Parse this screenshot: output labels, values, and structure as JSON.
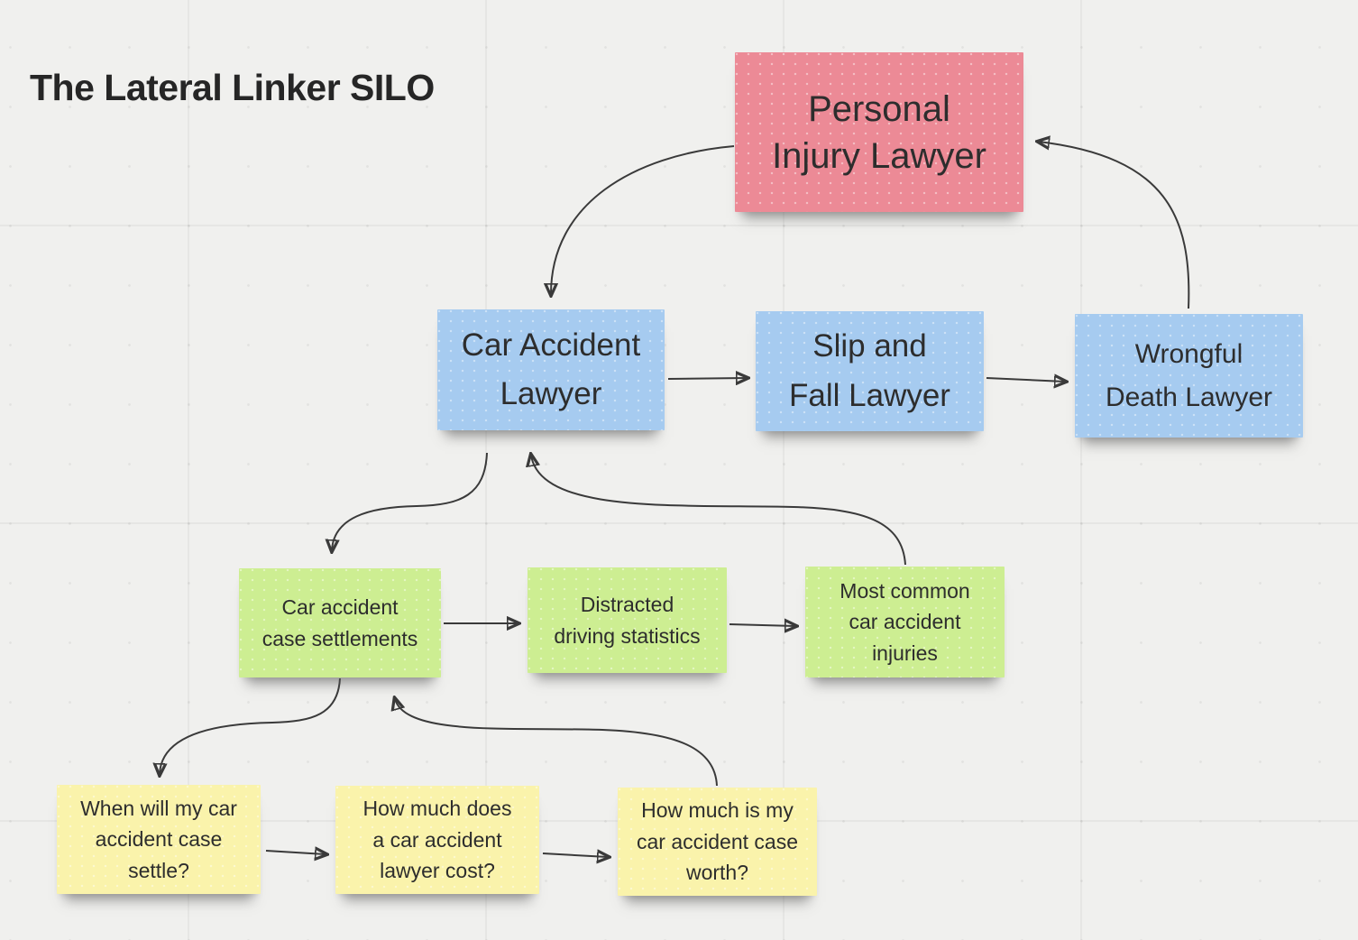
{
  "title": "The Lateral Linker SILO",
  "colors": {
    "background": "#f0f0ee",
    "grid_line": "#e7e7e5",
    "note_pink": "#ec8a96",
    "note_blue": "#a6cbf0",
    "note_green": "#cdee92",
    "note_yellow": "#faf3ab",
    "text": "#2d2d2d",
    "arrow": "#3a3a3a"
  },
  "notes": [
    {
      "id": "personal-injury-lawyer",
      "color": "pink",
      "label": "Personal Injury Lawyer",
      "lines": [
        "Personal",
        "Injury Lawyer"
      ]
    },
    {
      "id": "car-accident-lawyer",
      "color": "blue",
      "label": "Car Accident Lawyer",
      "lines": [
        "Car Accident",
        "Lawyer"
      ]
    },
    {
      "id": "slip-and-fall-lawyer",
      "color": "blue",
      "label": "Slip and Fall Lawyer",
      "lines": [
        "Slip and",
        "Fall Lawyer"
      ]
    },
    {
      "id": "wrongful-death-lawyer",
      "color": "blue",
      "label": "Wrongful Death Lawyer",
      "lines": [
        "Wrongful",
        "Death Lawyer"
      ]
    },
    {
      "id": "car-accident-case-settlements",
      "color": "green",
      "label": "Car accident case settlements",
      "lines": [
        "Car accident",
        "case settlements"
      ]
    },
    {
      "id": "distracted-driving-statistics",
      "color": "green",
      "label": "Distracted driving statistics",
      "lines": [
        "Distracted",
        "driving statistics"
      ]
    },
    {
      "id": "most-common-car-accident-injuries",
      "color": "green",
      "label": "Most common car accident injuries",
      "lines": [
        "Most common",
        "car accident",
        "injuries"
      ]
    },
    {
      "id": "when-will-my-car-accident-case-settle",
      "color": "yellow",
      "label": "When will my car accident case settle?",
      "lines": [
        "When will my car",
        "accident case",
        "settle?"
      ]
    },
    {
      "id": "how-much-does-a-car-accident-lawyer-cost",
      "color": "yellow",
      "label": "How much does a car accident lawyer cost?",
      "lines": [
        "How much does",
        "a car accident",
        "lawyer cost?"
      ]
    },
    {
      "id": "how-much-is-my-car-accident-case-worth",
      "color": "yellow",
      "label": "How much is my car accident case worth?",
      "lines": [
        "How much is my",
        "car accident case",
        "worth?"
      ]
    }
  ],
  "edges": [
    {
      "from": "personal-injury-lawyer",
      "to": "car-accident-lawyer"
    },
    {
      "from": "car-accident-lawyer",
      "to": "slip-and-fall-lawyer"
    },
    {
      "from": "slip-and-fall-lawyer",
      "to": "wrongful-death-lawyer"
    },
    {
      "from": "wrongful-death-lawyer",
      "to": "personal-injury-lawyer"
    },
    {
      "from": "car-accident-lawyer",
      "to": "car-accident-case-settlements"
    },
    {
      "from": "car-accident-case-settlements",
      "to": "distracted-driving-statistics"
    },
    {
      "from": "distracted-driving-statistics",
      "to": "most-common-car-accident-injuries"
    },
    {
      "from": "most-common-car-accident-injuries",
      "to": "car-accident-lawyer"
    },
    {
      "from": "car-accident-case-settlements",
      "to": "when-will-my-car-accident-case-settle"
    },
    {
      "from": "when-will-my-car-accident-case-settle",
      "to": "how-much-does-a-car-accident-lawyer-cost"
    },
    {
      "from": "how-much-does-a-car-accident-lawyer-cost",
      "to": "how-much-is-my-car-accident-case-worth"
    },
    {
      "from": "how-much-is-my-car-accident-case-worth",
      "to": "car-accident-case-settlements"
    }
  ]
}
